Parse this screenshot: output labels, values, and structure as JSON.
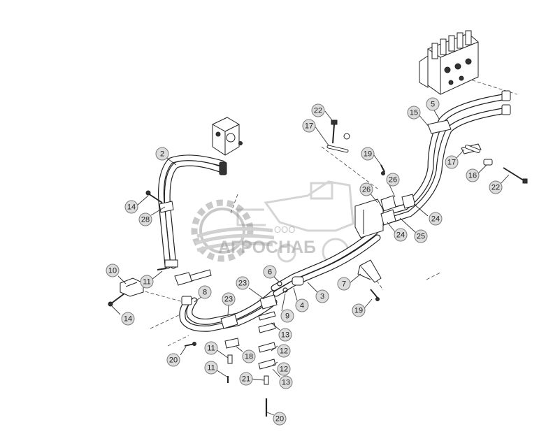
{
  "watermark": {
    "company_prefix": "ООО",
    "company_name": "АГРОСНАБ"
  },
  "callouts": [
    {
      "label": "2"
    },
    {
      "label": "14"
    },
    {
      "label": "28"
    },
    {
      "label": "10"
    },
    {
      "label": "11"
    },
    {
      "label": "14"
    },
    {
      "label": "8"
    },
    {
      "label": "23"
    },
    {
      "label": "23"
    },
    {
      "label": "6"
    },
    {
      "label": "9"
    },
    {
      "label": "4"
    },
    {
      "label": "3"
    },
    {
      "label": "13"
    },
    {
      "label": "12"
    },
    {
      "label": "18"
    },
    {
      "label": "11"
    },
    {
      "label": "12"
    },
    {
      "label": "13"
    },
    {
      "label": "20"
    },
    {
      "label": "11"
    },
    {
      "label": "21"
    },
    {
      "label": "20"
    },
    {
      "label": "22"
    },
    {
      "label": "17"
    },
    {
      "label": "19"
    },
    {
      "label": "26"
    },
    {
      "label": "26"
    },
    {
      "label": "24"
    },
    {
      "label": "24"
    },
    {
      "label": "25"
    },
    {
      "label": "5"
    },
    {
      "label": "15"
    },
    {
      "label": "17"
    },
    {
      "label": "16"
    },
    {
      "label": "22"
    },
    {
      "label": "7"
    },
    {
      "label": "19"
    }
  ]
}
